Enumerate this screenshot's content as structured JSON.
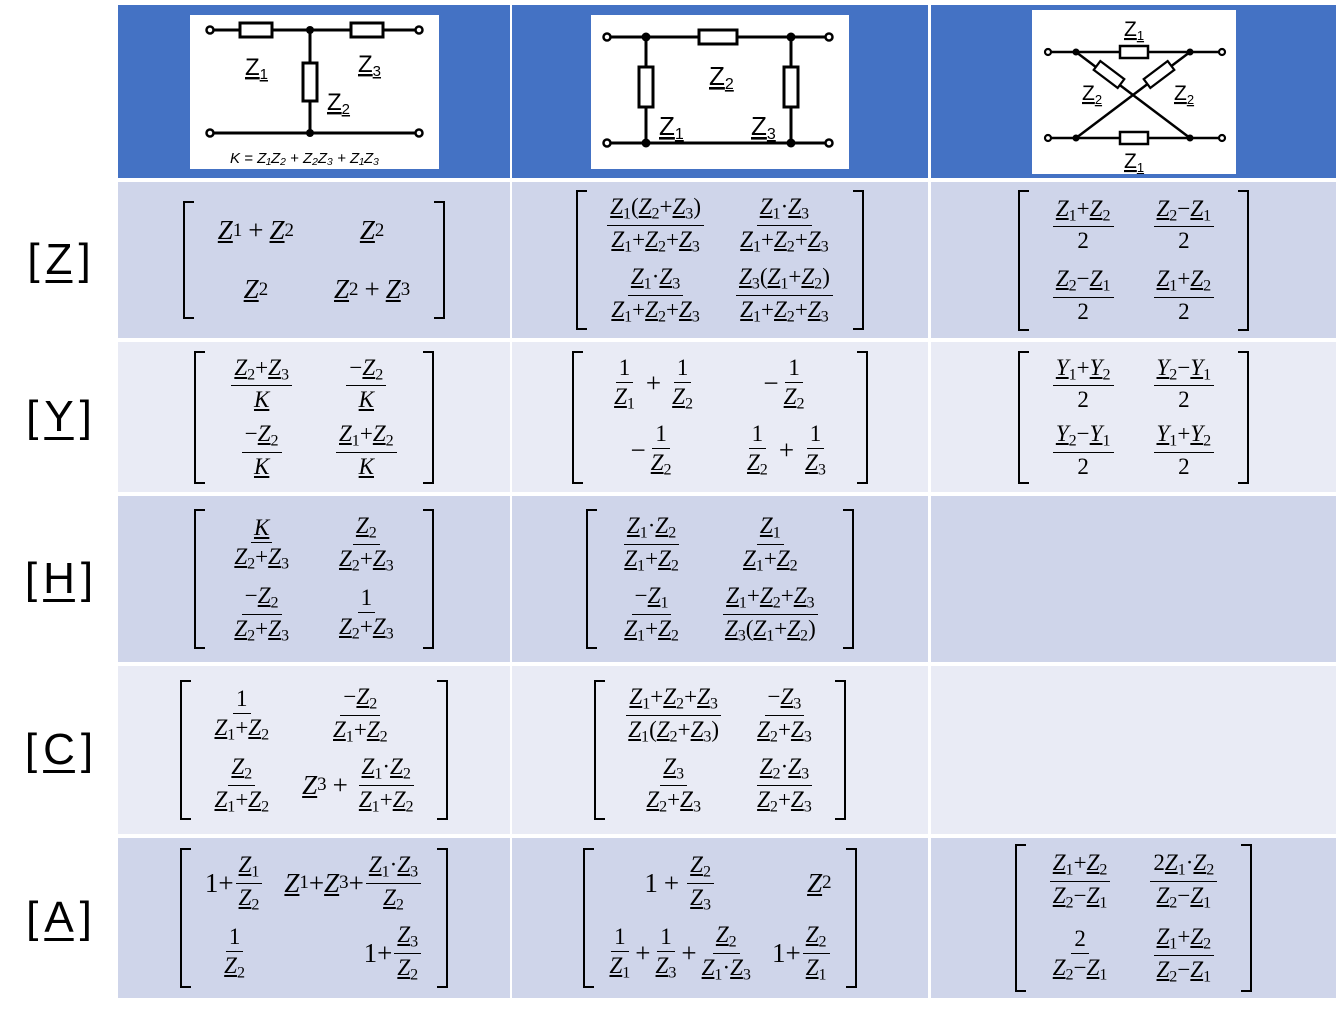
{
  "rows": [
    {
      "id": "z",
      "symbol": "Z",
      "label_open": "[",
      "label_close": "]"
    },
    {
      "id": "y",
      "symbol": "Y",
      "label_open": "[",
      "label_close": "]"
    },
    {
      "id": "h",
      "symbol": "H",
      "label_open": "[",
      "label_close": "]"
    },
    {
      "id": "c",
      "symbol": "C",
      "label_open": "[",
      "label_close": "]"
    },
    {
      "id": "a",
      "symbol": "A",
      "label_open": "[",
      "label_close": "]"
    }
  ],
  "headers": [
    {
      "id": "t-network",
      "labels": {
        "z1": "Z",
        "z1_sub": "1",
        "z2": "Z",
        "z2_sub": "2",
        "z3": "Z",
        "z3_sub": "3"
      },
      "formula": "K = Z₁Z₂ + Z₂Z₃ + Z₁Z₃"
    },
    {
      "id": "pi-network",
      "labels": {
        "z1": "Z",
        "z1_sub": "1",
        "z2": "Z",
        "z2_sub": "2",
        "z3": "Z",
        "z3_sub": "3"
      }
    },
    {
      "id": "lattice-network",
      "labels": {
        "z1": "Z",
        "z1_sub": "1",
        "z2": "Z",
        "z2_sub": "2"
      }
    }
  ],
  "symbols": {
    "Z": "Z",
    "Y": "Y",
    "K": "K",
    "one": "1",
    "two": "2",
    "s1": "1",
    "s2": "2",
    "s3": "3",
    "plus": "+",
    "minus": "−",
    "dot": "·",
    "lp": "(",
    "rp": ")"
  },
  "empty_cells": [
    "h-lattice",
    "c-lattice"
  ]
}
